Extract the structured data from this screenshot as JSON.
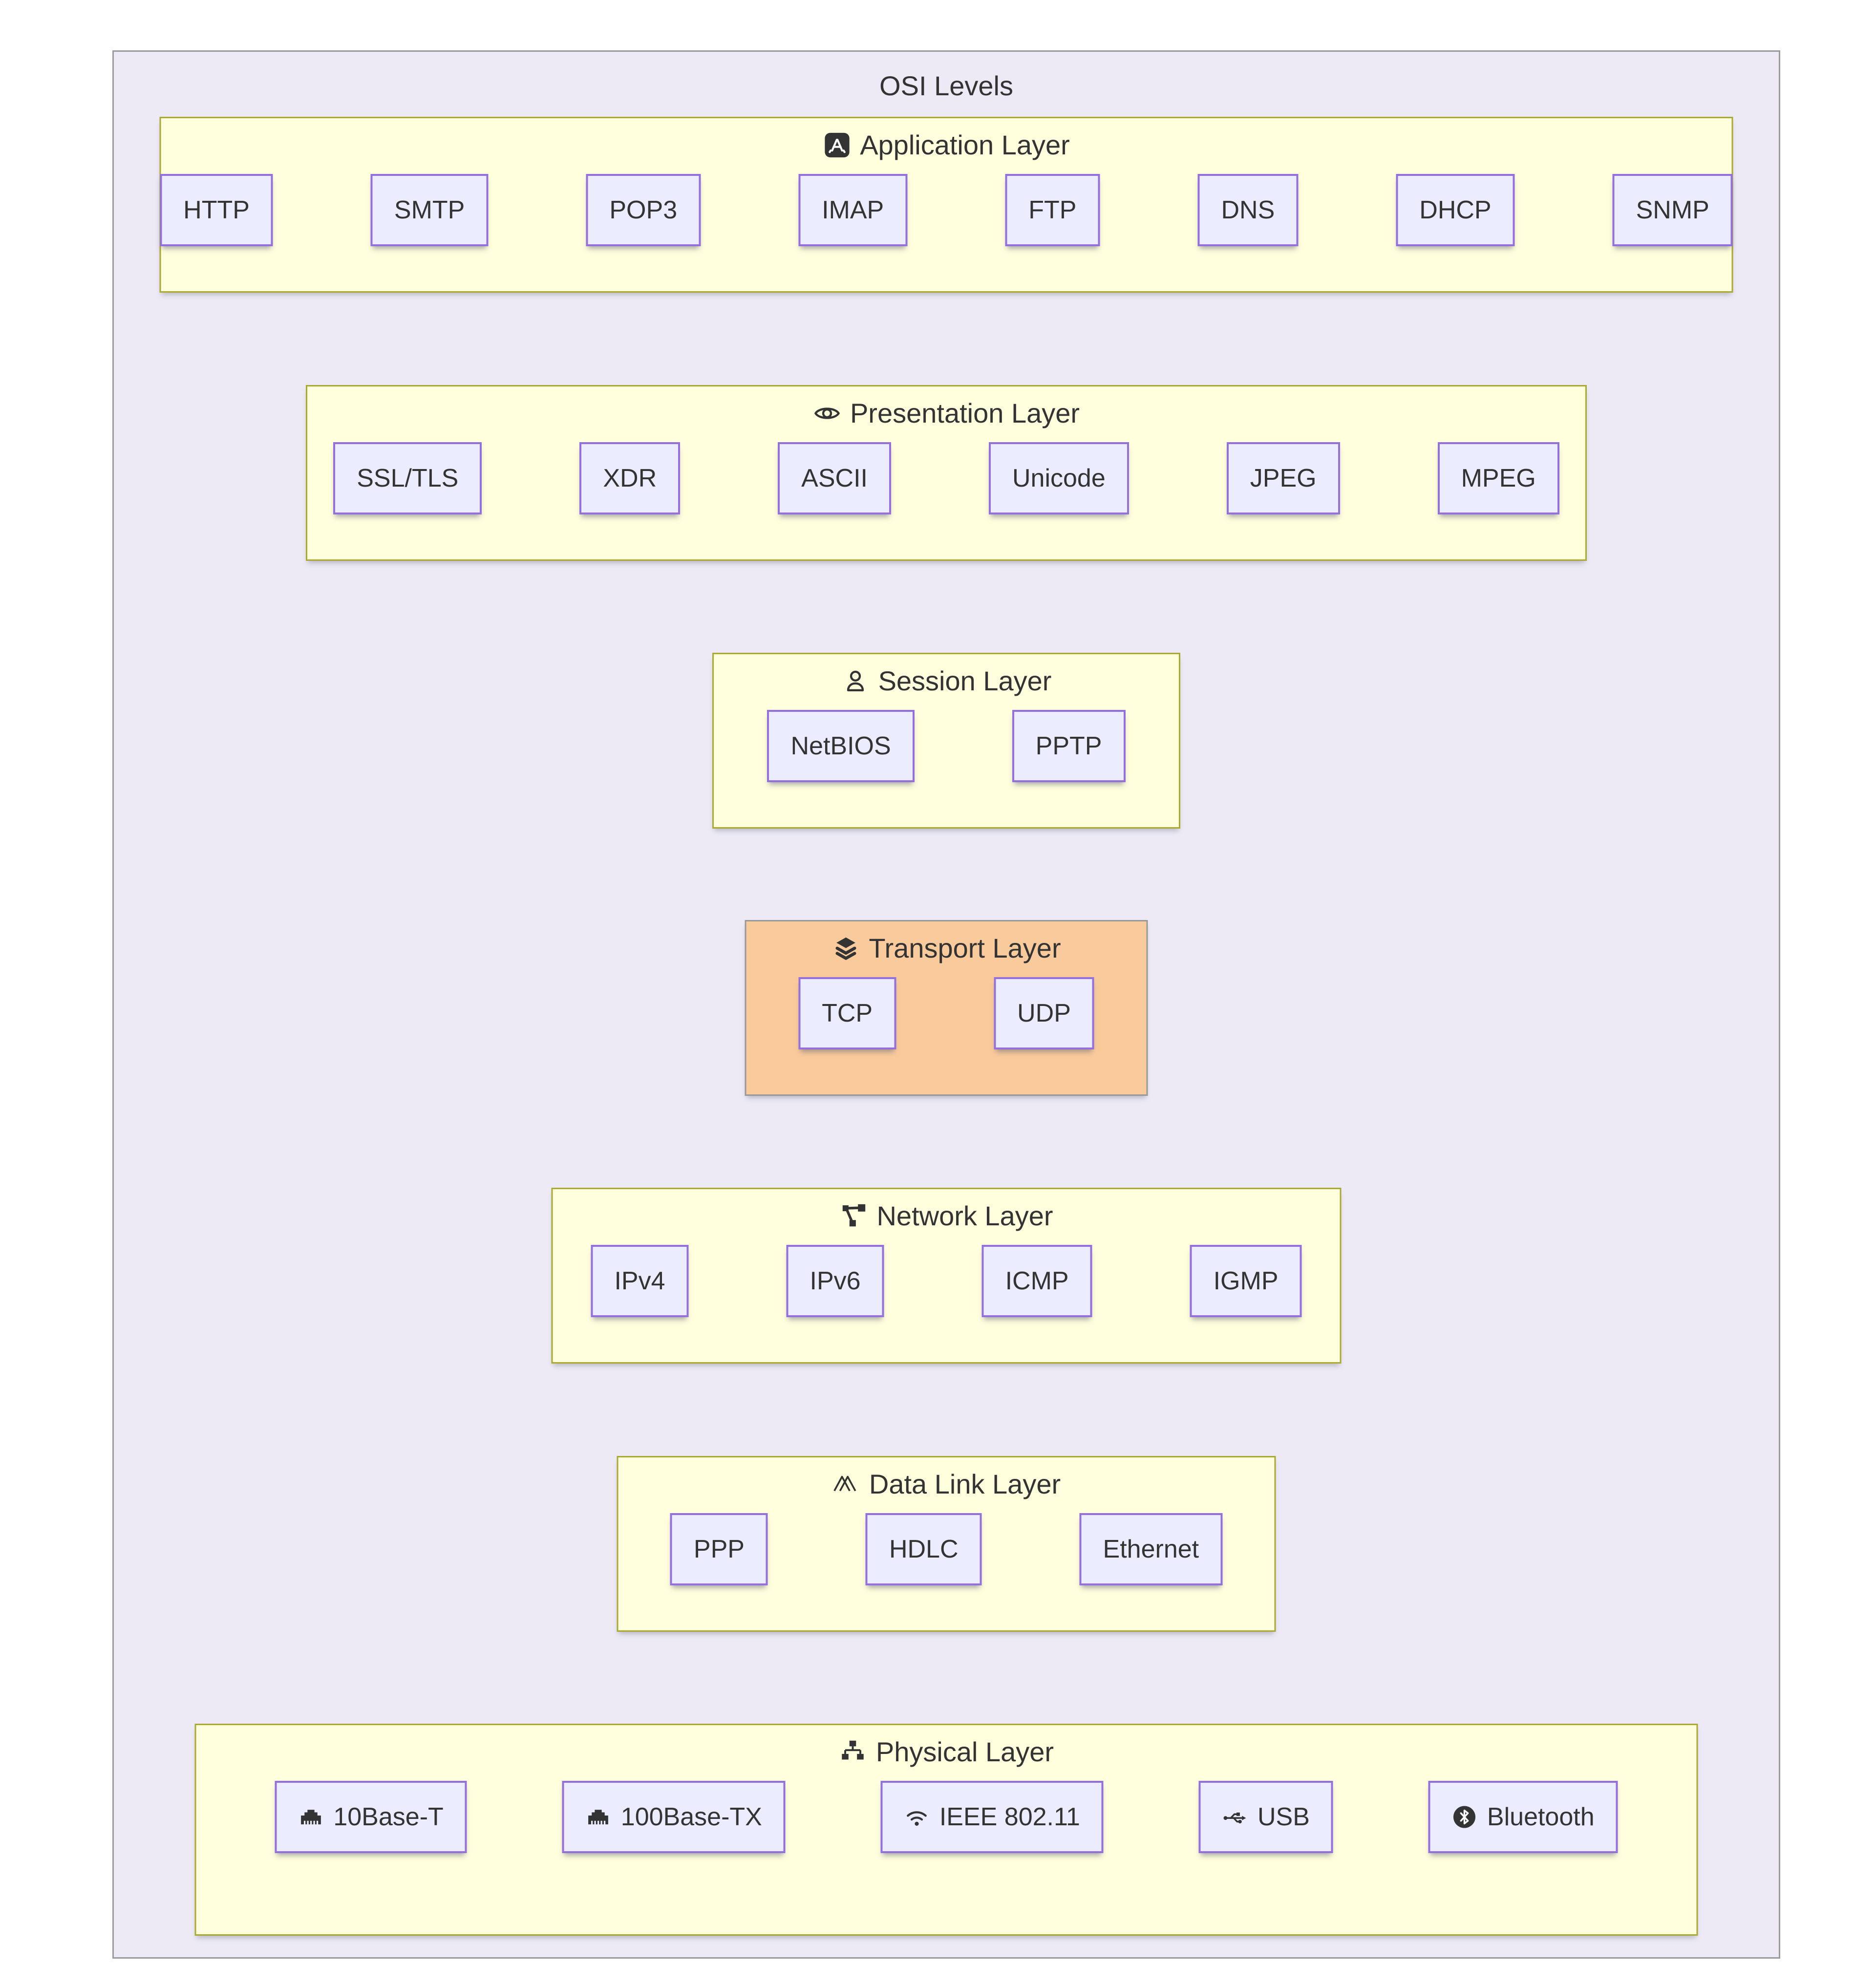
{
  "diagram": {
    "title": "OSI Levels",
    "colors": {
      "outer_bg": "#EDEAF6",
      "outer_border": "#9B9B9B",
      "layer_bg": "#FFFFDE",
      "layer_border": "#AAAA33",
      "node_bg": "#ECECFF",
      "node_border": "#9370DB",
      "highlight_bg": "#F9CB9C",
      "highlight_border": "#999999",
      "text": "#333333"
    },
    "layers": [
      {
        "name": "Application Layer",
        "icon": "app-store-icon",
        "items": [
          "HTTP",
          "SMTP",
          "POP3",
          "IMAP",
          "FTP",
          "DNS",
          "DHCP",
          "SNMP"
        ]
      },
      {
        "name": "Presentation Layer",
        "icon": "eye-icon",
        "items": [
          "SSL/TLS",
          "XDR",
          "ASCII",
          "Unicode",
          "JPEG",
          "MPEG"
        ]
      },
      {
        "name": "Session Layer",
        "icon": "user-icon",
        "items": [
          "NetBIOS",
          "PPTP"
        ]
      },
      {
        "name": "Transport Layer",
        "icon": "layers-icon",
        "highlighted": true,
        "items": [
          "TCP",
          "UDP"
        ]
      },
      {
        "name": "Network Layer",
        "icon": "share-nodes-icon",
        "items": [
          "IPv4",
          "IPv6",
          "ICMP",
          "IGMP"
        ]
      },
      {
        "name": "Data Link Layer",
        "icon": "wave-icon",
        "items": [
          "PPP",
          "HDLC",
          "Ethernet"
        ]
      },
      {
        "name": "Physical Layer",
        "icon": "sitemap-icon",
        "items": [
          {
            "label": "10Base-T",
            "icon": "ethernet-icon"
          },
          {
            "label": "100Base-TX",
            "icon": "ethernet-icon"
          },
          {
            "label": "IEEE 802.11",
            "icon": "wifi-icon"
          },
          {
            "label": "USB",
            "icon": "usb-icon"
          },
          {
            "label": "Bluetooth",
            "icon": "bluetooth-icon"
          }
        ]
      }
    ]
  }
}
